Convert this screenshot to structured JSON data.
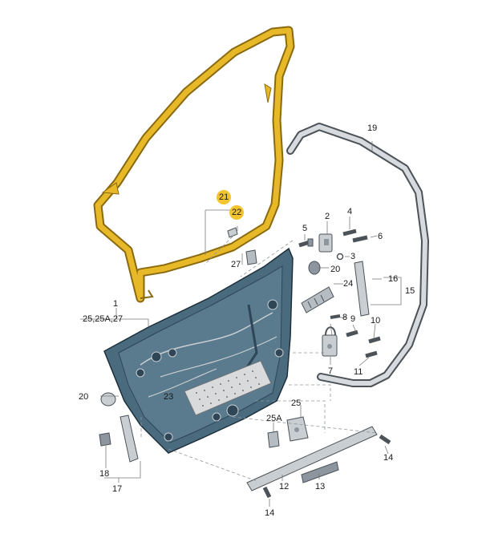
{
  "colors": {
    "seal": "#e7b827",
    "seal_edge": "#8a6a10",
    "door_panel": "#4a6a7e",
    "door_dark": "#2e4656",
    "part_light": "#c9ced3",
    "part_mid": "#8d969e",
    "highlight_circle": "#f4c430",
    "leader_line": "#7a7a7a"
  },
  "callouts": [
    {
      "id": "c1",
      "text": "1"
    },
    {
      "id": "c1sub",
      "text": "25,25A,27"
    },
    {
      "id": "c2",
      "text": "2"
    },
    {
      "id": "c3",
      "text": "3"
    },
    {
      "id": "c4",
      "text": "4"
    },
    {
      "id": "c5",
      "text": "5"
    },
    {
      "id": "c6",
      "text": "6"
    },
    {
      "id": "c7",
      "text": "7"
    },
    {
      "id": "c8",
      "text": "8"
    },
    {
      "id": "c9",
      "text": "9"
    },
    {
      "id": "c10",
      "text": "10"
    },
    {
      "id": "c11",
      "text": "11"
    },
    {
      "id": "c12",
      "text": "12"
    },
    {
      "id": "c13",
      "text": "13"
    },
    {
      "id": "c14a",
      "text": "14"
    },
    {
      "id": "c14b",
      "text": "14"
    },
    {
      "id": "c15",
      "text": "15"
    },
    {
      "id": "c16",
      "text": "16"
    },
    {
      "id": "c17",
      "text": "17"
    },
    {
      "id": "c18",
      "text": "18"
    },
    {
      "id": "c19",
      "text": "19"
    },
    {
      "id": "c20a",
      "text": "20"
    },
    {
      "id": "c20b",
      "text": "20"
    },
    {
      "id": "c21",
      "text": "21"
    },
    {
      "id": "c22",
      "text": "22"
    },
    {
      "id": "c23",
      "text": "23"
    },
    {
      "id": "c24",
      "text": "24"
    },
    {
      "id": "c25",
      "text": "25"
    },
    {
      "id": "c25a",
      "text": "25A"
    },
    {
      "id": "c27",
      "text": "27"
    }
  ]
}
